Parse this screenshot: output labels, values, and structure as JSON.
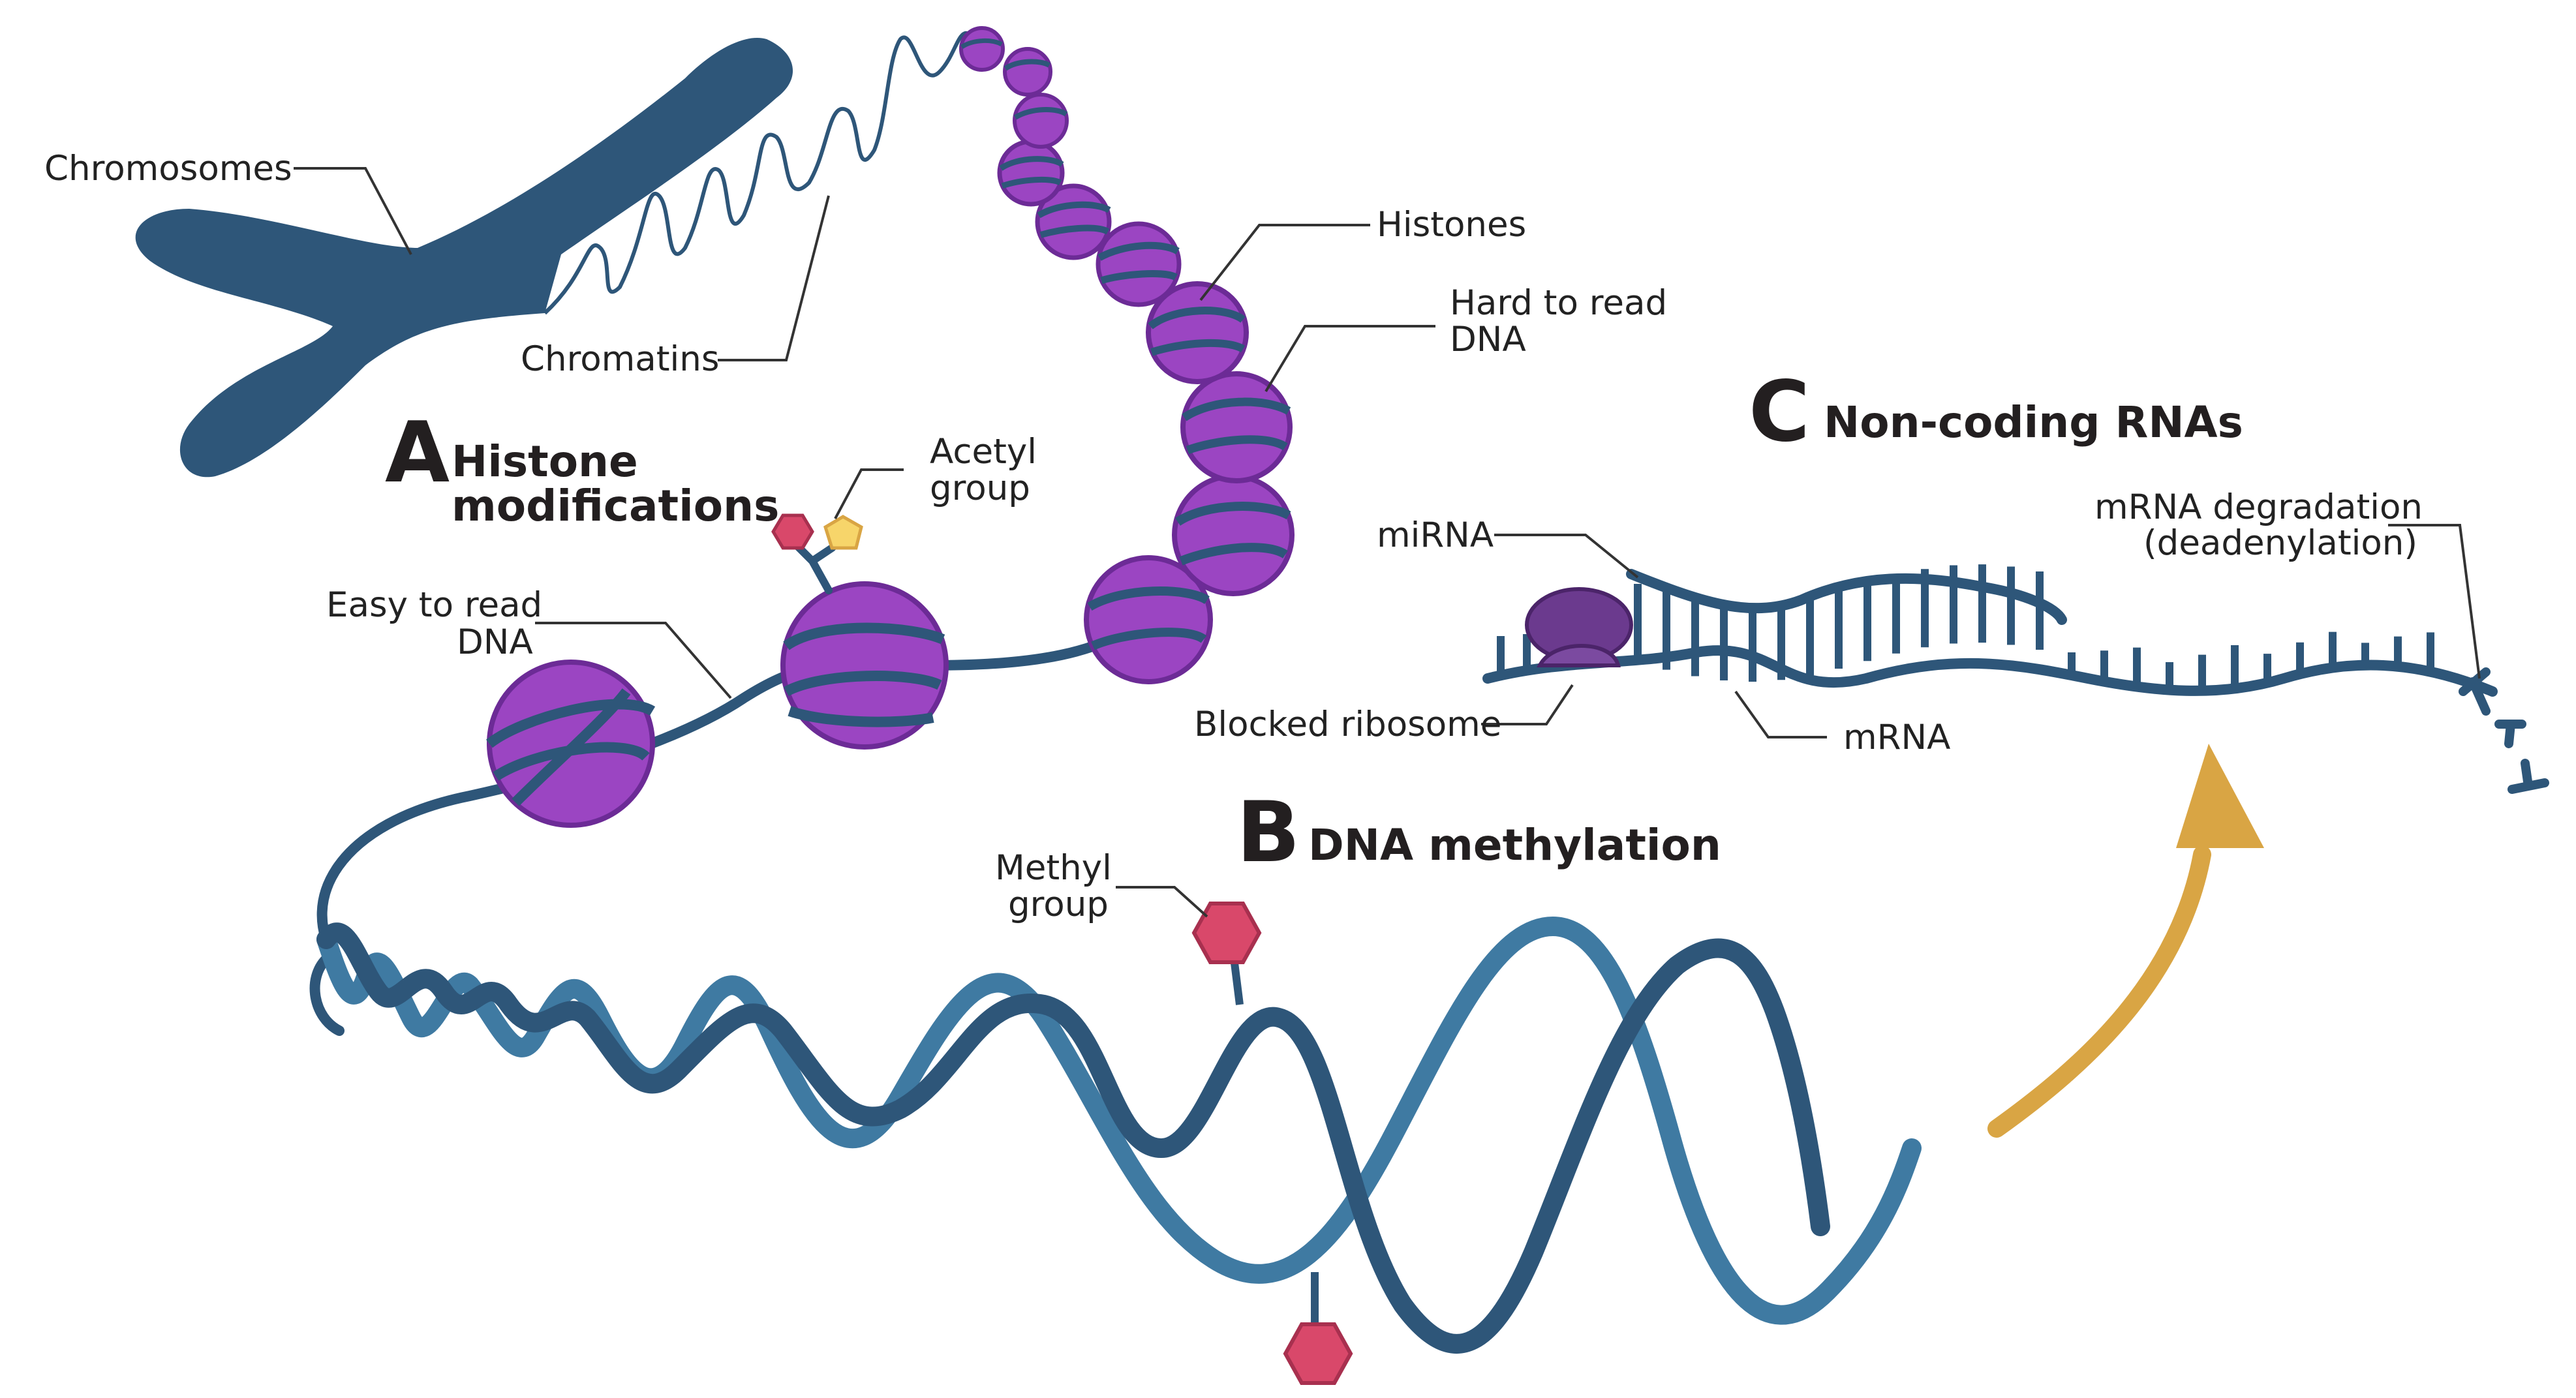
{
  "colors": {
    "navy": "#2e5679",
    "strand_light": "#3f7aa2",
    "histone_fill": "#9b45c2",
    "histone_stroke": "#6c2b96",
    "methyl": "#d9486a",
    "acetyl": "#f7d56a",
    "ribosome": "#6b3a8e",
    "arrow": "#d9a544",
    "leader": "#333333"
  },
  "labels": {
    "chromosomes": "Chromosomes",
    "chromatins": "Chromatins",
    "histones": "Histones",
    "hard_to_read_line1": "Hard to read",
    "hard_to_read_line2": "DNA",
    "easy_to_read_line1": "Easy to read",
    "easy_to_read_line2": "DNA",
    "acetyl_line1": "Acetyl",
    "acetyl_line2": "group",
    "methyl_line1": "Methyl",
    "methyl_line2": "group",
    "mirna": "miRNA",
    "mrna": "mRNA",
    "blocked_ribosome": "Blocked ribosome",
    "mrna_degradation_line1": "mRNA degradation",
    "mrna_degradation_line2": "(deadenylation)"
  },
  "sections": {
    "a": {
      "letter": "A",
      "title_line1": "Histone",
      "title_line2": "modifications"
    },
    "b": {
      "letter": "B",
      "title": "DNA methylation"
    },
    "c": {
      "letter": "C",
      "title": "Non-coding RNAs"
    }
  },
  "icons": [
    "chromosome-icon",
    "histone-icon",
    "ribosome-icon",
    "methyl-group-icon",
    "acetyl-group-icon",
    "arrow-icon"
  ]
}
